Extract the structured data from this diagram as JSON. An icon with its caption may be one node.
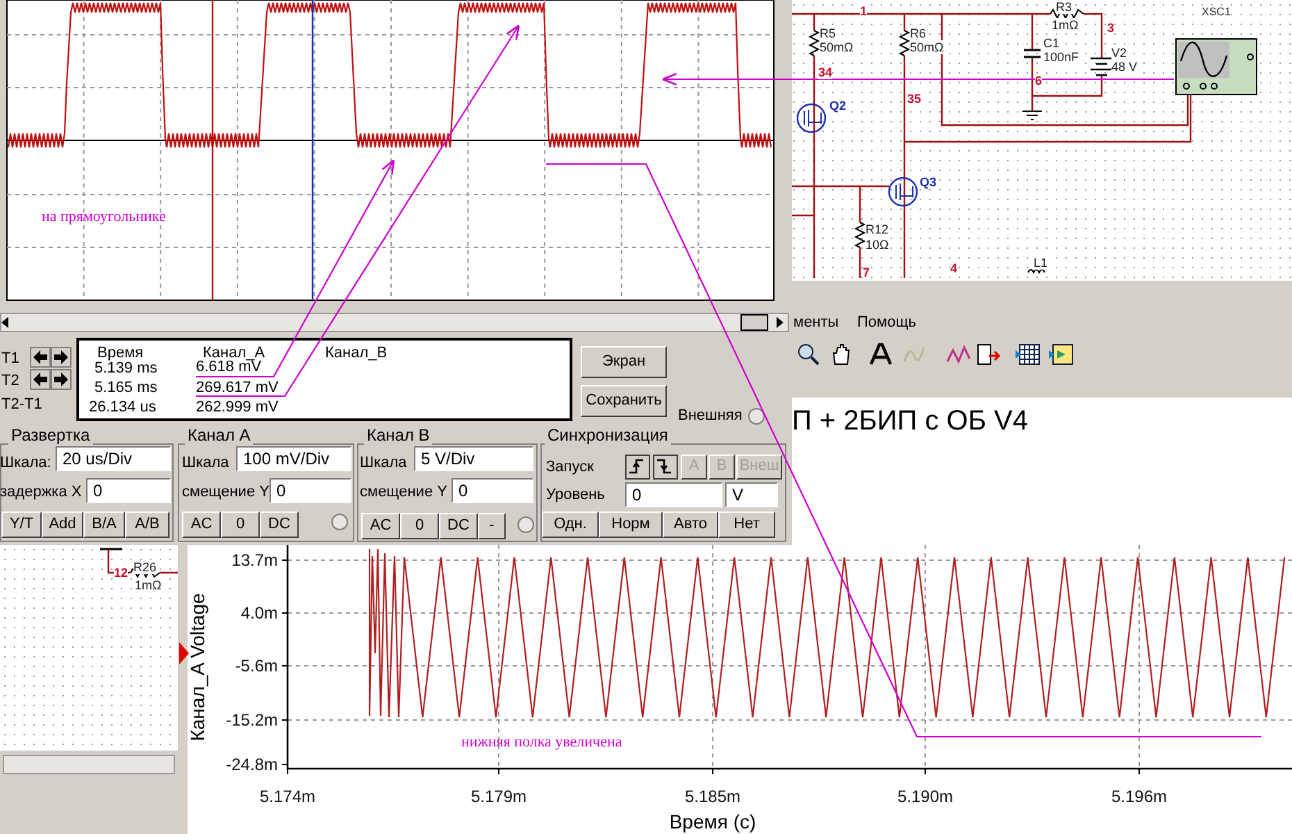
{
  "diagram": {
    "nodes": [
      {
        "text": [
          "6.618 mV"
        ]
      },
      {
        "text": [
          "269.617 mV"
        ]
      },
      {
        "text": [
          "XSC1"
        ]
      },
      {
        "text": [],
        "shape": "picture"
      }
    ],
    "edges": [
      {
        "from": 0,
        "to": 3,
        "arrow": "to"
      },
      {
        "from": 1,
        "to": 3,
        "arrow": "to"
      },
      {
        "from": 2,
        "to": 3,
        "arrow": "to"
      },
      {
        "from": 3,
        "to": null,
        "arrow": "none"
      }
    ],
    "labels": [
      "T1",
      "T2",
      "T2-T1",
      "Время",
      "Канал_A",
      "Канал_B",
      "5.139 ms",
      "5.165 ms",
      "26.134 us",
      "262.999 mV",
      "Экран",
      "Сохранить",
      "Внешняя",
      "Развертка",
      "Шкала:",
      "20 us/Div",
      "задержка X",
      "0",
      "Y/T",
      "Add",
      "B/A",
      "A/B",
      "Канал A",
      "Шкала",
      "100 mV/Div",
      "смещение Y",
      "0",
      "AC",
      "0",
      "DC",
      "Канал B",
      "Шкала",
      "5  V/Div",
      "смещение Y",
      "0",
      "AC",
      "0",
      "DC",
      "-",
      "Синхронизация",
      "Запуск",
      "A",
      "B",
      "Внеш",
      "Уровень",
      "0",
      "V",
      "Одн.",
      "Норм",
      "Авто",
      "Нет",
      "на прямоугольнике",
      "1",
      "R3",
      "1mΩ",
      "R5",
      "50mΩ",
      "R6",
      "50mΩ",
      "3",
      "C1",
      "100nF",
      "V2",
      "48 V",
      "34",
      "6",
      "35",
      "Q2",
      "Q3",
      "R12",
      "10Ω",
      "7",
      "4",
      "L1",
      "менты",
      "Помощь",
      "П + 2БИП с ОБ V4",
      "12",
      "R26",
      "1mΩ",
      "Канал_A Voltage",
      "13.7m",
      "4.0m",
      "-5.6m",
      "-15.2m",
      "-24.8m",
      "5.174m",
      "5.179m",
      "5.185m",
      "5.190m",
      "5.196m",
      "Время (с)",
      "нижняя полка увеличена"
    ]
  }
}
